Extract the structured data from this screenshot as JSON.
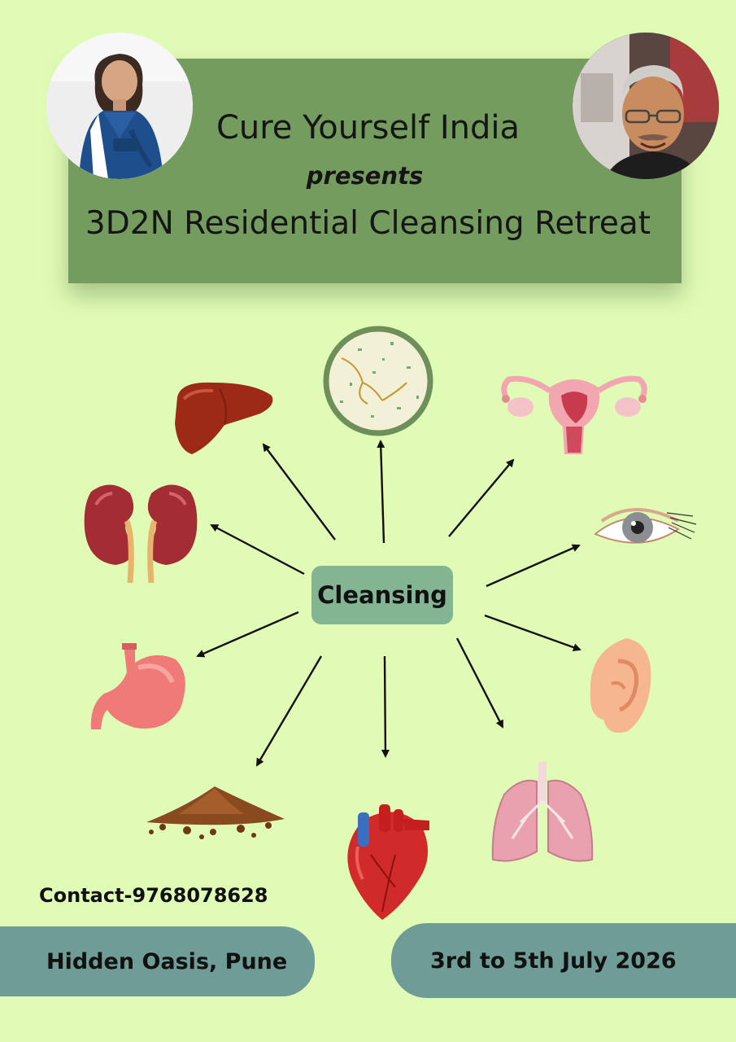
{
  "header": {
    "org": "Cure Yourself India",
    "presents": "presents",
    "event": "3D2N Residential Cleansing Retreat"
  },
  "center": {
    "label": "Cleansing"
  },
  "organs": [
    "liver",
    "skin",
    "uterus",
    "eye",
    "kidneys",
    "ear",
    "stomach",
    "lungs",
    "soil",
    "heart"
  ],
  "contact": "Contact-9768078628",
  "venue": "Hidden Oasis, Pune",
  "dates": "3rd to 5th July 2026",
  "colors": {
    "background": "#e0fbb6",
    "header": "#759c5f",
    "center_box": "#83b593",
    "pill": "#6f9c96"
  }
}
